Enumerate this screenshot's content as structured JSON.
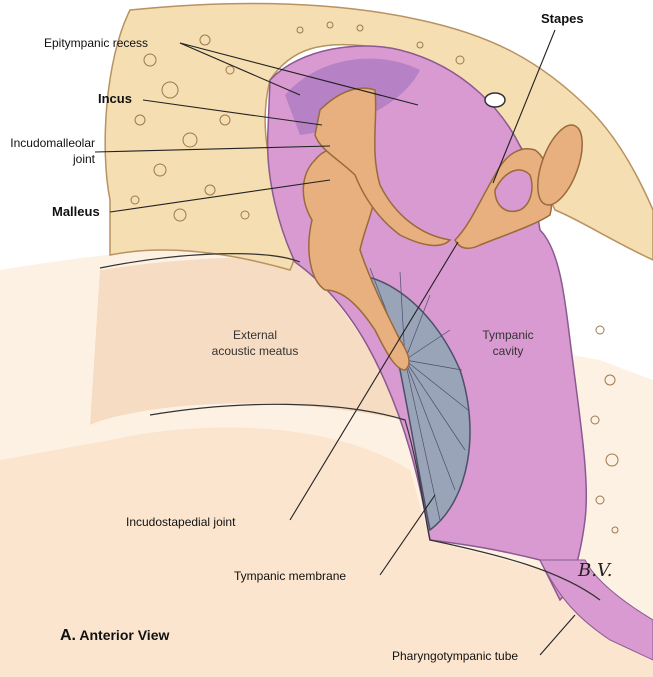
{
  "labels": {
    "epitympanic_recess": "Epitympanic recess",
    "incus": "Incus",
    "incudomalleolar_joint_line1": "Incudomalleolar",
    "incudomalleolar_joint_line2": "joint",
    "malleus": "Malleus",
    "stapes": "Stapes",
    "external_meatus_line1": "External",
    "external_meatus_line2": "acoustic meatus",
    "tympanic_cavity_line1": "Tympanic",
    "tympanic_cavity_line2": "cavity",
    "incudostapedial_joint": "Incudostapedial joint",
    "tympanic_membrane": "Tympanic membrane",
    "pharyngotympanic_tube": "Pharyngotympanic tube"
  },
  "caption": {
    "letter": "A.",
    "text": "Anterior View"
  },
  "signature": "B.V.",
  "colors": {
    "bone": "#f3dcb0",
    "bone_edge": "#b89260",
    "cavity": "#d89ad0",
    "cavity_dark": "#a878c0",
    "ossicle": "#e8b07e",
    "membrane": "#9aa4b8",
    "skin": "#fbe8d4"
  }
}
